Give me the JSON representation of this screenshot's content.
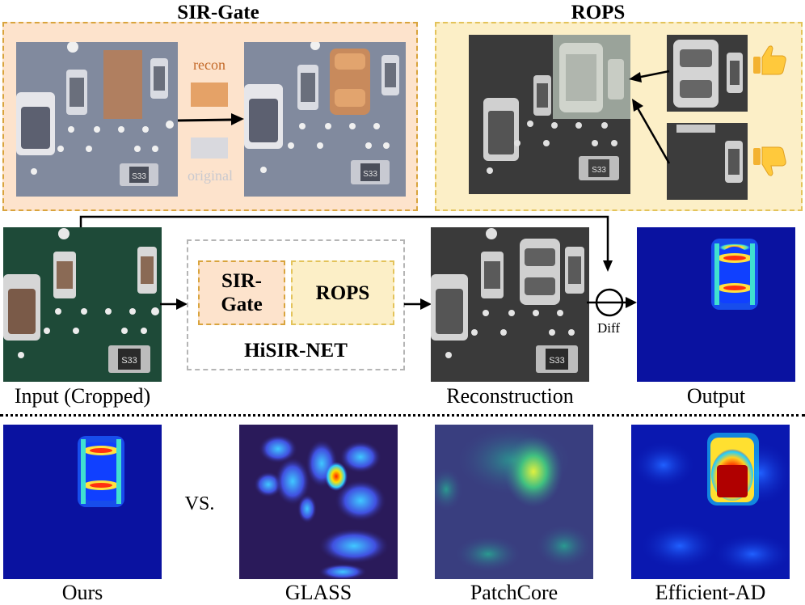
{
  "sir_gate": {
    "title": "SIR-Gate",
    "legend_recon": "recon",
    "legend_original": "original",
    "colors": {
      "recon": "#e5a267",
      "original": "#d9d9de"
    }
  },
  "rops": {
    "title": "ROPS",
    "good_icon": "thumbs-up-icon",
    "bad_icon": "thumbs-down-icon"
  },
  "pipeline": {
    "input_caption": "Input (Cropped)",
    "box_sir_gate": "SIR-Gate",
    "box_rops": "ROPS",
    "network_label": "HiSIR-NET",
    "reconstruction_caption": "Reconstruction",
    "diff_label": "Diff",
    "output_caption": "Output"
  },
  "comparison": {
    "vs_label": "VS.",
    "methods": [
      "Ours",
      "GLASS",
      "PatchCore",
      "Efficient-AD"
    ]
  },
  "colors": {
    "sir_border": "#d9a43d",
    "sir_fill": "#fde3cc",
    "rops_border": "#e3c35a",
    "rops_fill": "#fcefc7",
    "hisir_border": "#b5b5b5"
  }
}
